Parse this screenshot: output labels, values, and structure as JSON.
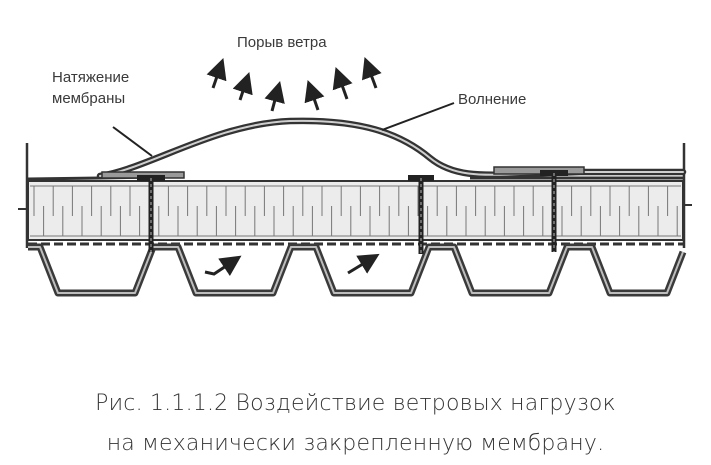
{
  "diagram": {
    "labels": {
      "wind_gust": "Порыв ветра",
      "membrane_tension": [
        "Натяжение",
        "мембраны"
      ],
      "waving": "Волнение"
    }
  },
  "caption": {
    "line1": "Рис. 1.1.1.2 Воздействие ветровых нагрузок",
    "line2": "на механически закрепленную мембрану."
  }
}
